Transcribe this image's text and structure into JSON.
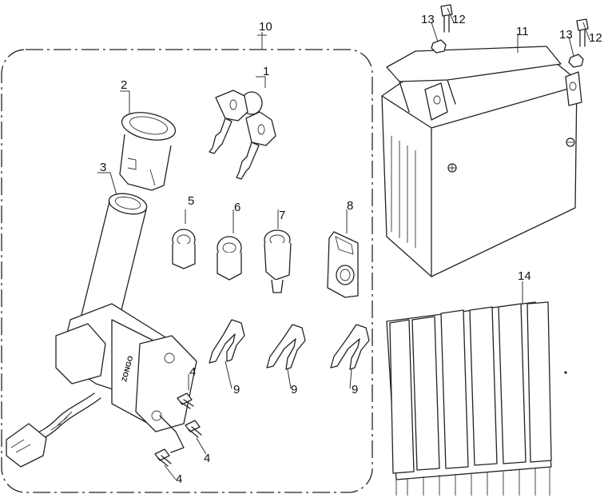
{
  "callouts": {
    "c1": "1",
    "c2": "2",
    "c3": "3",
    "c4a": "4",
    "c4b": "4",
    "c4c": "4",
    "c5": "5",
    "c6": "6",
    "c7": "7",
    "c8": "8",
    "c9a": "9",
    "c9b": "9",
    "c9c": "9",
    "c10": "10",
    "c11": "11",
    "c12a": "12",
    "c12b": "12",
    "c13a": "13",
    "c13b": "13",
    "c14": "14"
  },
  "brand_mark": "ZONGO"
}
